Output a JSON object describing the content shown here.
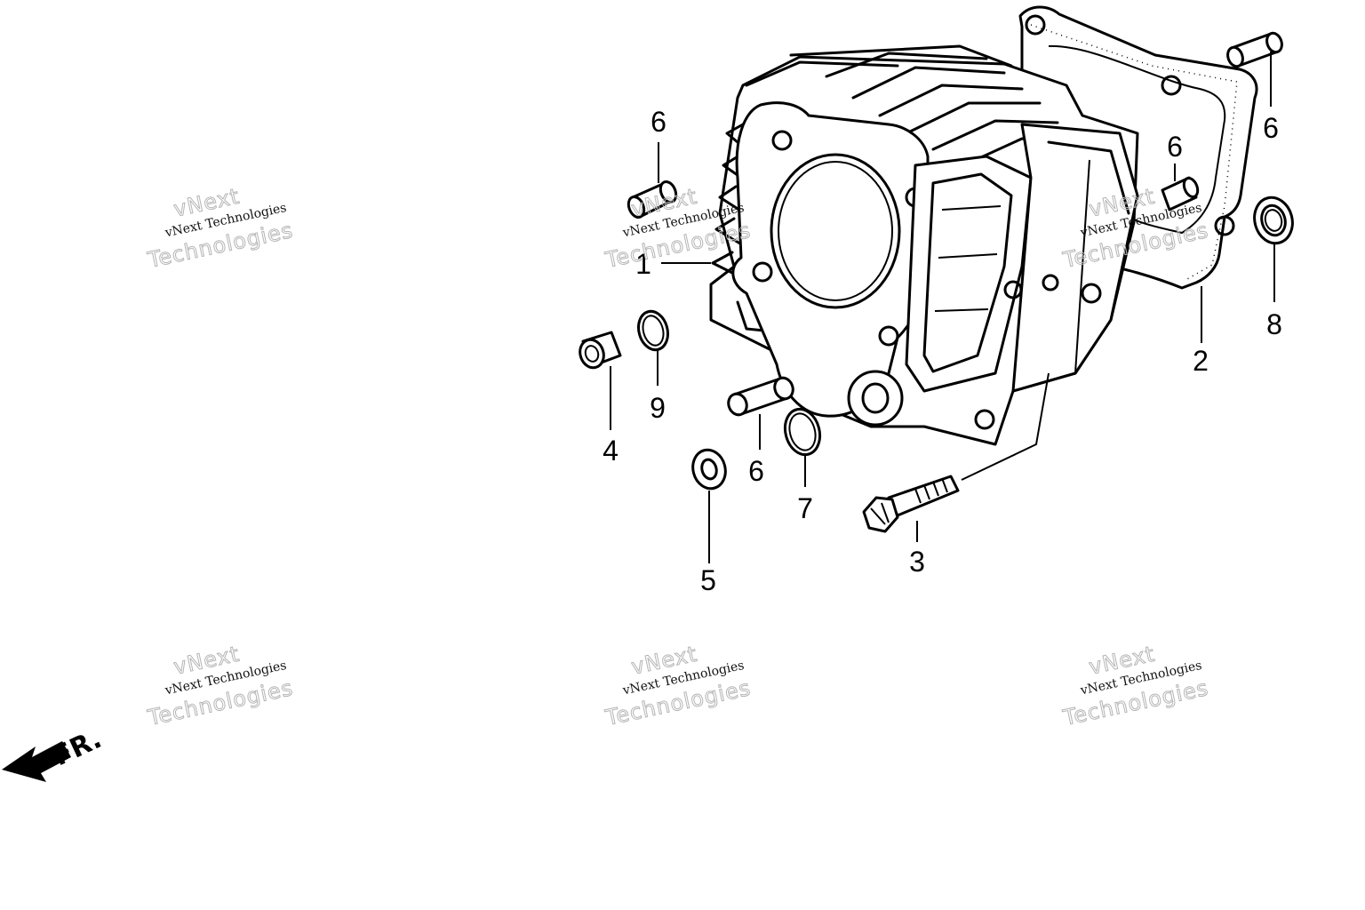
{
  "watermark": {
    "line1": "vNext Technologies",
    "line2": "Technologies",
    "line3": "vNext"
  },
  "direction_indicator": {
    "label": "FR."
  },
  "callouts": [
    {
      "id": "cylinder",
      "number": "1"
    },
    {
      "id": "gasket",
      "number": "2"
    },
    {
      "id": "bolt",
      "number": "3"
    },
    {
      "id": "collar",
      "number": "4"
    },
    {
      "id": "washer",
      "number": "5"
    },
    {
      "id": "dowel-pin-top-left",
      "number": "6"
    },
    {
      "id": "dowel-pin-mid",
      "number": "6"
    },
    {
      "id": "dowel-pin-gasket",
      "number": "6"
    },
    {
      "id": "dowel-pin-top-right",
      "number": "6"
    },
    {
      "id": "o-ring-small",
      "number": "7"
    },
    {
      "id": "oil-seal",
      "number": "8"
    },
    {
      "id": "o-ring-upper",
      "number": "9"
    }
  ]
}
